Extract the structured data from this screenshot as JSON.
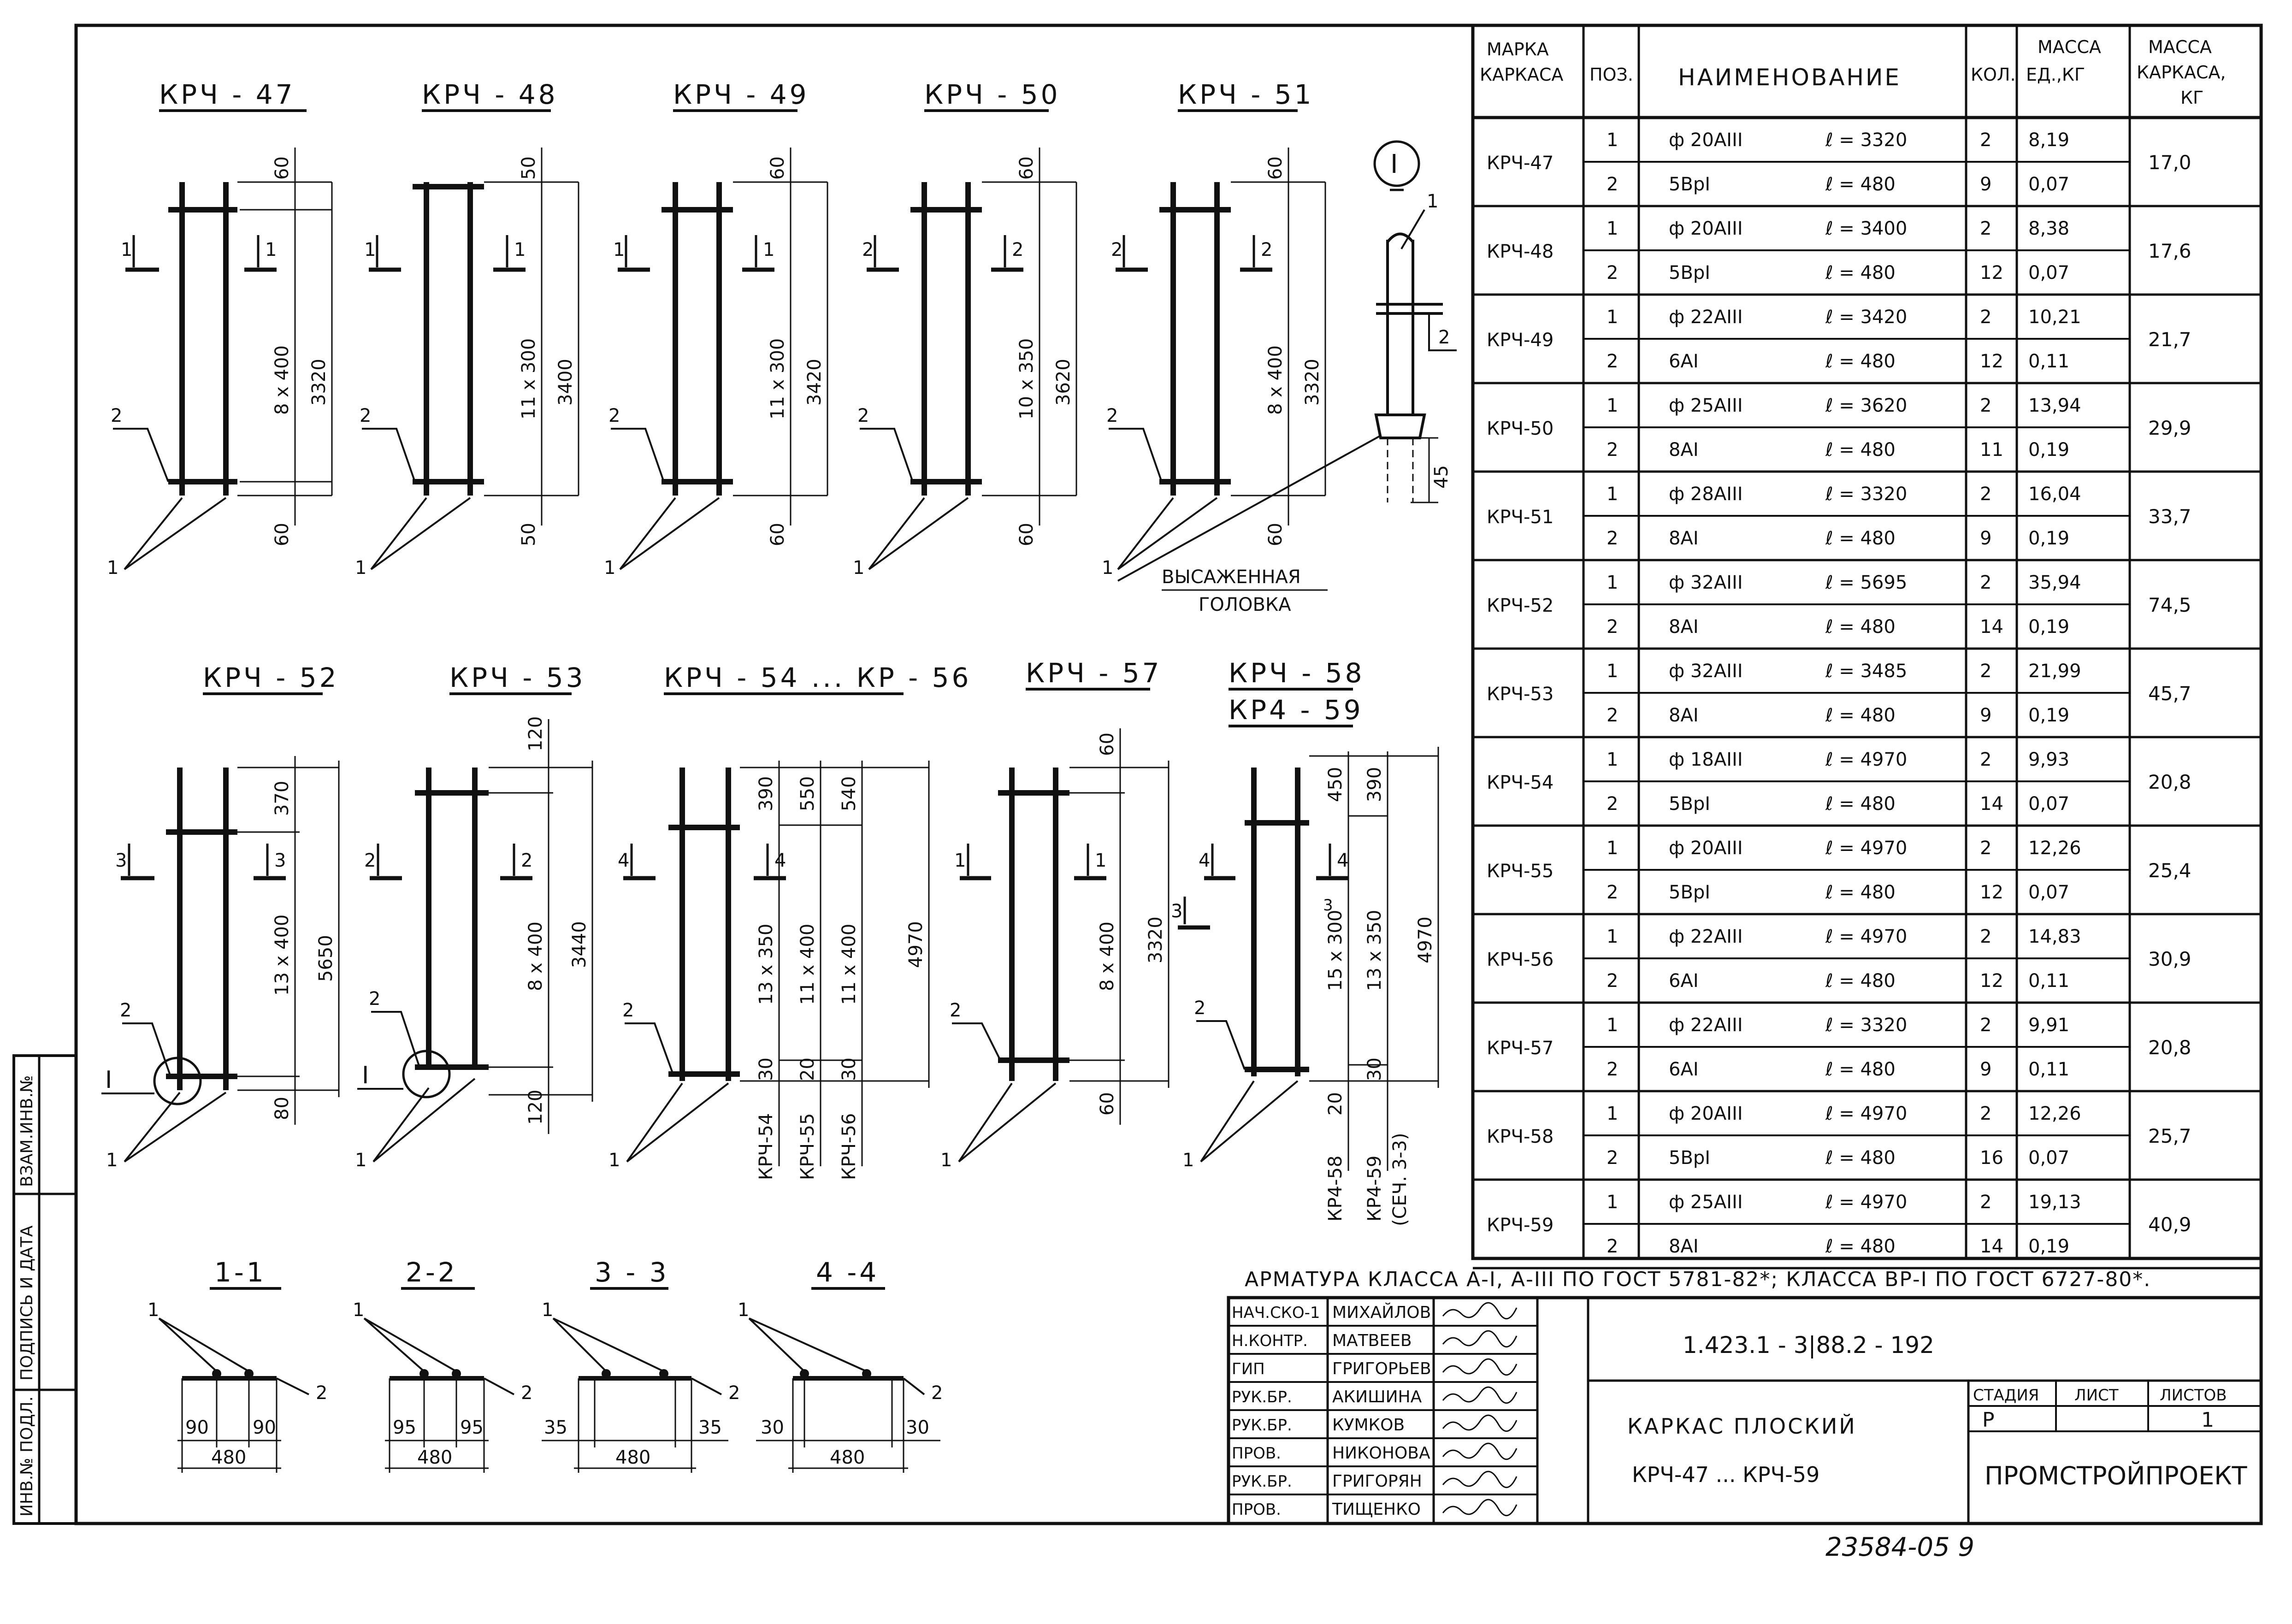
{
  "frames_top": [
    {
      "mark": "КРЧ - 47",
      "sec": "1",
      "top": "60",
      "mid": "8 x 400",
      "total": "3320",
      "bot": "60"
    },
    {
      "mark": "КРЧ - 48",
      "sec": "1",
      "top": "50",
      "mid": "11 x 300",
      "total": "3400",
      "bot": "50"
    },
    {
      "mark": "КРЧ - 49",
      "sec": "1",
      "top": "60",
      "mid": "11 x 300",
      "total": "3420",
      "bot": "60"
    },
    {
      "mark": "КРЧ - 50",
      "sec": "2",
      "top": "60",
      "mid": "10 x 350",
      "total": "3620",
      "bot": "60"
    },
    {
      "mark": "КРЧ - 51",
      "sec": "2",
      "top": "60",
      "mid": "8 x 400",
      "total": "3320",
      "bot": "60"
    }
  ],
  "frames_bottom": [
    {
      "mark": "КРЧ - 52",
      "sec": "3",
      "top": "370",
      "mid": "13 x 400",
      "total": "5650",
      "bot": "80",
      "detail": "I"
    },
    {
      "mark": "КРЧ - 53",
      "sec": "2",
      "top": "120",
      "mid": "8 x 400",
      "total": "3440",
      "bot": "120",
      "detail": "I"
    },
    {
      "mark": "КРЧ - 54 ... КР - 56",
      "sec": "4",
      "tops": [
        "390",
        "550",
        "540"
      ],
      "mids": [
        "13 x 350",
        "11 x 400",
        "11 x 400"
      ],
      "bots": [
        "30",
        "20",
        "30"
      ],
      "total": "4970",
      "subs": [
        "КРЧ-54",
        "КРЧ-55",
        "КРЧ-56"
      ]
    },
    {
      "mark": "КРЧ - 57",
      "sec": "1",
      "top": "60",
      "mid": "8 x 400",
      "total": "3320",
      "bot": "60"
    },
    {
      "mark": "КРЧ - 58",
      "mark2": "КР4 - 59",
      "sec": "4",
      "sec2": "3",
      "tops": [
        "450",
        "390"
      ],
      "mids": [
        "15 x 300",
        "13 x 350"
      ],
      "bots": [
        "20",
        "30"
      ],
      "total": "4970",
      "subs": [
        "КР4-58",
        "КР4-59"
      ],
      "sub_note": "(СЕЧ. 3-3)"
    }
  ],
  "labels": {
    "pos1": "1",
    "pos2": "2"
  },
  "detail": {
    "mark": "I",
    "pos1": "1",
    "pos2": "2",
    "dim": "45",
    "caption1": "ВЫСАЖЕННАЯ",
    "caption2": "ГОЛОВКА"
  },
  "sections": [
    {
      "title": "1-1",
      "left": "90",
      "right": "90",
      "total": "480"
    },
    {
      "title": "2-2",
      "left": "95",
      "right": "95",
      "total": "480"
    },
    {
      "title": "3 - 3",
      "left": "35",
      "right": "35",
      "total": "480"
    },
    {
      "title": "4 -4",
      "left": "30",
      "right": "30",
      "total": "480"
    }
  ],
  "spec": {
    "headers": {
      "mark": [
        "МАРКА",
        "КАРКАСА"
      ],
      "pos": "ПОЗ.",
      "name": "НАИМЕНОВАНИЕ",
      "qty": "КОЛ.",
      "mass_unit": [
        "МАССА",
        "ЕД.,КГ"
      ],
      "mass_frame": [
        "МАССА",
        "КАРКАСА,",
        "КГ"
      ]
    },
    "rows": [
      {
        "mark": "КРЧ-47",
        "total": "17,0",
        "items": [
          {
            "pos": "1",
            "bar": "ф 20АIII",
            "len": "ℓ = 3320",
            "qty": "2",
            "mass": "8,19"
          },
          {
            "pos": "2",
            "bar": "5ВрI",
            "len": "ℓ = 480",
            "qty": "9",
            "mass": "0,07"
          }
        ]
      },
      {
        "mark": "КРЧ-48",
        "total": "17,6",
        "items": [
          {
            "pos": "1",
            "bar": "ф 20АIII",
            "len": "ℓ = 3400",
            "qty": "2",
            "mass": "8,38"
          },
          {
            "pos": "2",
            "bar": "5ВрI",
            "len": "ℓ = 480",
            "qty": "12",
            "mass": "0,07"
          }
        ]
      },
      {
        "mark": "КРЧ-49",
        "total": "21,7",
        "items": [
          {
            "pos": "1",
            "bar": "ф 22АIII",
            "len": "ℓ = 3420",
            "qty": "2",
            "mass": "10,21"
          },
          {
            "pos": "2",
            "bar": "6АI",
            "len": "ℓ = 480",
            "qty": "12",
            "mass": "0,11"
          }
        ]
      },
      {
        "mark": "КРЧ-50",
        "total": "29,9",
        "items": [
          {
            "pos": "1",
            "bar": "ф 25АIII",
            "len": "ℓ = 3620",
            "qty": "2",
            "mass": "13,94"
          },
          {
            "pos": "2",
            "bar": "8АI",
            "len": "ℓ = 480",
            "qty": "11",
            "mass": "0,19"
          }
        ]
      },
      {
        "mark": "КРЧ-51",
        "total": "33,7",
        "items": [
          {
            "pos": "1",
            "bar": "ф 28АIII",
            "len": "ℓ = 3320",
            "qty": "2",
            "mass": "16,04"
          },
          {
            "pos": "2",
            "bar": "8АI",
            "len": "ℓ = 480",
            "qty": "9",
            "mass": "0,19"
          }
        ]
      },
      {
        "mark": "КРЧ-52",
        "total": "74,5",
        "items": [
          {
            "pos": "1",
            "bar": "ф 32АIII",
            "len": "ℓ = 5695",
            "qty": "2",
            "mass": "35,94"
          },
          {
            "pos": "2",
            "bar": "8АI",
            "len": "ℓ = 480",
            "qty": "14",
            "mass": "0,19"
          }
        ]
      },
      {
        "mark": "КРЧ-53",
        "total": "45,7",
        "items": [
          {
            "pos": "1",
            "bar": "ф 32АIII",
            "len": "ℓ = 3485",
            "qty": "2",
            "mass": "21,99"
          },
          {
            "pos": "2",
            "bar": "8АI",
            "len": "ℓ = 480",
            "qty": "9",
            "mass": "0,19"
          }
        ]
      },
      {
        "mark": "КРЧ-54",
        "total": "20,8",
        "items": [
          {
            "pos": "1",
            "bar": "ф 18АIII",
            "len": "ℓ = 4970",
            "qty": "2",
            "mass": "9,93"
          },
          {
            "pos": "2",
            "bar": "5ВрI",
            "len": "ℓ = 480",
            "qty": "14",
            "mass": "0,07"
          }
        ]
      },
      {
        "mark": "КРЧ-55",
        "total": "25,4",
        "items": [
          {
            "pos": "1",
            "bar": "ф 20АIII",
            "len": "ℓ = 4970",
            "qty": "2",
            "mass": "12,26"
          },
          {
            "pos": "2",
            "bar": "5ВрI",
            "len": "ℓ = 480",
            "qty": "12",
            "mass": "0,07"
          }
        ]
      },
      {
        "mark": "КРЧ-56",
        "total": "30,9",
        "items": [
          {
            "pos": "1",
            "bar": "ф 22АIII",
            "len": "ℓ = 4970",
            "qty": "2",
            "mass": "14,83"
          },
          {
            "pos": "2",
            "bar": "6АI",
            "len": "ℓ = 480",
            "qty": "12",
            "mass": "0,11"
          }
        ]
      },
      {
        "mark": "КРЧ-57",
        "total": "20,8",
        "items": [
          {
            "pos": "1",
            "bar": "ф 22АIII",
            "len": "ℓ = 3320",
            "qty": "2",
            "mass": "9,91"
          },
          {
            "pos": "2",
            "bar": "6АI",
            "len": "ℓ = 480",
            "qty": "9",
            "mass": "0,11"
          }
        ]
      },
      {
        "mark": "КРЧ-58",
        "total": "25,7",
        "items": [
          {
            "pos": "1",
            "bar": "ф 20АIII",
            "len": "ℓ = 4970",
            "qty": "2",
            "mass": "12,26"
          },
          {
            "pos": "2",
            "bar": "5ВрI",
            "len": "ℓ = 480",
            "qty": "16",
            "mass": "0,07"
          }
        ]
      },
      {
        "mark": "КРЧ-59",
        "total": "40,9",
        "items": [
          {
            "pos": "1",
            "bar": "ф 25АIII",
            "len": "ℓ = 4970",
            "qty": "2",
            "mass": "19,13"
          },
          {
            "pos": "2",
            "bar": "8АI",
            "len": "ℓ = 480",
            "qty": "14",
            "mass": "0,19"
          }
        ]
      }
    ]
  },
  "note": "АРМАТУРА КЛАССА А-I, А-III ПО ГОСТ 5781-82*; КЛАССА ВР-I ПО ГОСТ 6727-80*.",
  "stamp": {
    "signers": [
      {
        "role": "НАЧ.СКО-1",
        "name": "МИХАЙЛОВ"
      },
      {
        "role": "Н.КОНТР.",
        "name": "МАТВЕЕВ"
      },
      {
        "role": "ГИП",
        "name": "ГРИГОРЬЕВ"
      },
      {
        "role": "РУК.БР.",
        "name": "АКИШИНА"
      },
      {
        "role": "РУК.БР.",
        "name": "КУМКОВ"
      },
      {
        "role": "ПРОВ.",
        "name": "НИКОНОВА"
      },
      {
        "role": "РУК.БР.",
        "name": "ГРИГОРЯН"
      },
      {
        "role": "ПРОВ.",
        "name": "ТИЩЕНКО"
      }
    ],
    "code": "1.423.1 - 3|88.2 - 192",
    "title1": "КАРКАС  ПЛОСКИЙ",
    "title2": "КРЧ-47  ...  КРЧ-59",
    "stage_label": "СТАДИЯ",
    "sheet_label": "ЛИСТ",
    "sheets_label": "ЛИСТОВ",
    "stage": "Р",
    "sheet": "",
    "sheets": "1",
    "org": "ПРОМСТРОЙПРОЕКТ"
  },
  "side_strip": [
    "ИНВ.№ ПОДЛ.",
    "ПОДПИСЬ И ДАТА",
    "ВЗАМ.ИНВ.№"
  ],
  "footer": "23584-05   9"
}
